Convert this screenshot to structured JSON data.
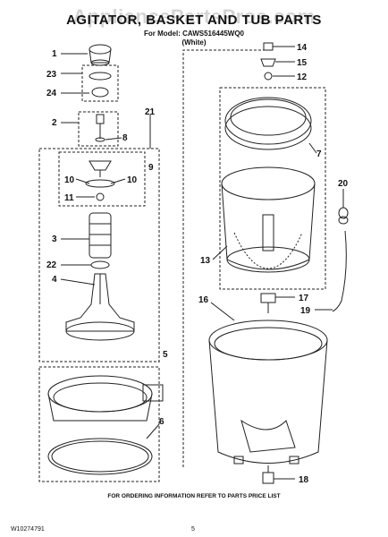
{
  "watermark": "AppliancePartsPros.com",
  "header": {
    "title": "AGITATOR, BASKET AND TUB PARTS",
    "model_line": "For Model: CAWS516445WQ0",
    "color_line": "(White)"
  },
  "footer": {
    "note": "FOR ORDERING INFORMATION REFER TO PARTS PRICE LIST",
    "doc_number": "W10274791",
    "page_number": "5"
  },
  "callouts": [
    "1",
    "23",
    "24",
    "2",
    "8",
    "21",
    "9",
    "10",
    "10",
    "11",
    "3",
    "22",
    "4",
    "5",
    "6",
    "14",
    "15",
    "12",
    "7",
    "20",
    "13",
    "16",
    "17",
    "19",
    "18"
  ],
  "colors": {
    "line": "#222222",
    "dash": "#333333",
    "watermark": "#a0a0a0"
  }
}
